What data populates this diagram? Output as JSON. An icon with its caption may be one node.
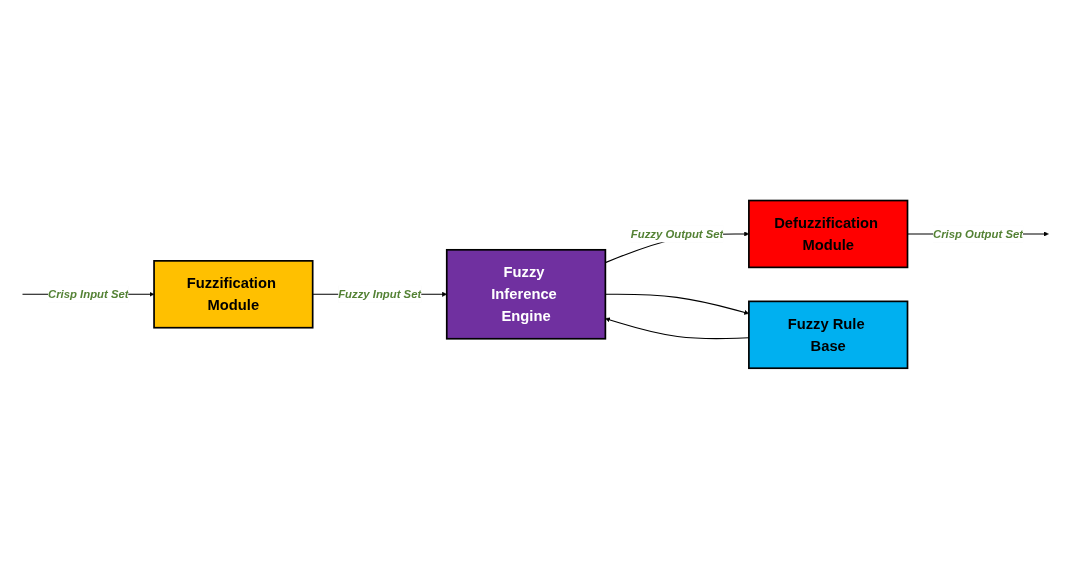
{
  "diagram": {
    "nodes": [
      {
        "text": [
          "Fuzzification Module"
        ]
      },
      {
        "text": [
          "Fuzzy Inference Engine"
        ]
      },
      {
        "text": [
          "Defuzzification Module"
        ]
      },
      {
        "text": [
          "Fuzzy Rule Base"
        ]
      }
    ],
    "edges": [
      {
        "from": null,
        "to": 0,
        "arrow": "to",
        "label": "Crisp Input Set"
      },
      {
        "from": 0,
        "to": 1,
        "arrow": "to",
        "label": "Fuzzy Input Set"
      },
      {
        "from": 1,
        "to": 2,
        "arrow": "to",
        "label": "Fuzzy Output Set"
      },
      {
        "from": 2,
        "to": null,
        "arrow": "to",
        "label": "Crisp Output Set"
      },
      {
        "from": 1,
        "to": 3,
        "arrow": "to"
      },
      {
        "from": 3,
        "to": 1,
        "arrow": "to"
      }
    ]
  }
}
